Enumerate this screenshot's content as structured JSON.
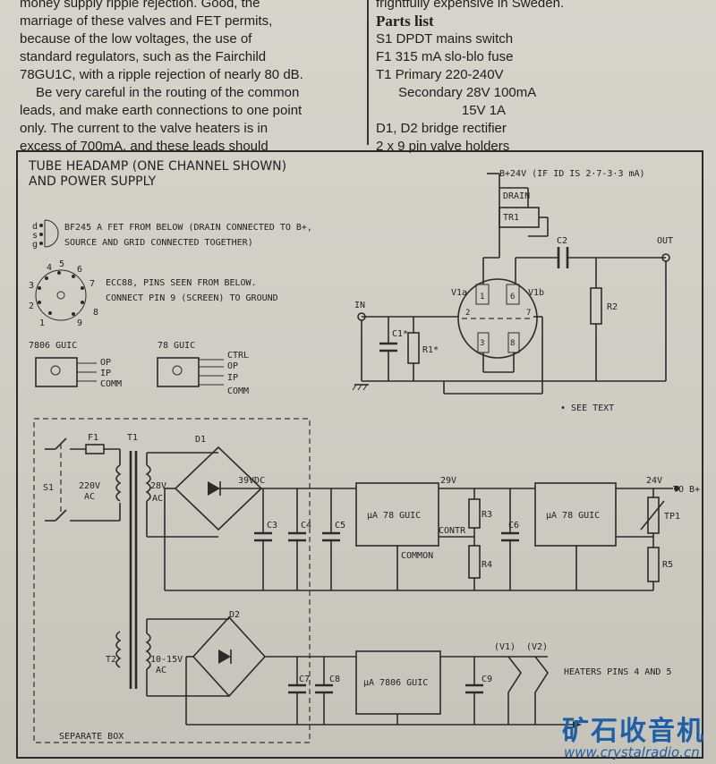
{
  "article_left": [
    "money supply ripple rejection. Good, the",
    "marriage of these valves and FET permits,",
    "because of the low voltages, the use of",
    "standard regulators, such as the Fairchild",
    "78GU1C, with a ripple rejection of nearly 80 dB.",
    "Be very careful in the routing of the common",
    "leads, and make earth connections to one point",
    "only. The current to the valve heaters is in",
    "excess of 700mA, and these leads should"
  ],
  "article_right": {
    "top_line": "frightfully expensive in Sweden.",
    "heading": "Parts list",
    "items": [
      "S1 DPDT mains switch",
      "F1 315 mA slo-blo fuse",
      "T1 Primary 220-240V",
      "      Secondary 28V 100mA",
      "                       15V 1A",
      "D1, D2 bridge rectifier",
      "2 x 9 pin valve holders"
    ]
  },
  "diagram": {
    "title": [
      "TUBE HEADAMP (ONE CHANNEL SHOWN)",
      "AND POWER SUPPLY"
    ],
    "fet_note": [
      "BF245 A FET FROM BELOW (DRAIN CONNECTED TO B+,",
      "SOURCE AND GRID CONNECTED TOGETHER)"
    ],
    "fet_pins": [
      "d",
      "s",
      "g"
    ],
    "ecc_note": [
      "ECC88, PINS SEEN FROM BELOW.",
      "CONNECT PIN 9 (SCREEN) TO GROUND"
    ],
    "ecc_pins": [
      "1",
      "2",
      "3",
      "4",
      "5",
      "6",
      "7",
      "8",
      "9"
    ],
    "reg1": {
      "name": "7806 GUIC",
      "pins": [
        "OP",
        "IP",
        "COMM"
      ]
    },
    "reg2": {
      "name": "78 GUIC",
      "pins": [
        "CTRL",
        "OP",
        "IP",
        "COMM"
      ]
    },
    "amp": {
      "bplus": "B+24V (IF ID IS 2·7-3·3 mA)",
      "drain": "DRAIN",
      "tr1": "TR1",
      "in": "IN",
      "out": "OUT",
      "c1": "C1*",
      "r1": "R1*",
      "v1a": "V1a",
      "v1b": "V1b",
      "c2": "C2",
      "r2": "R2",
      "pin_labels": [
        "1",
        "6",
        "2",
        "7",
        "3",
        "8"
      ],
      "see_text": "• SEE TEXT"
    },
    "psu": {
      "s1": "S1",
      "f1": "F1",
      "t1": "T1",
      "primary": [
        "220V",
        "AC"
      ],
      "secondary1": [
        "28V",
        "AC"
      ],
      "d1": "D1",
      "v39": "39VDC",
      "c3": "C3",
      "c4": "C4",
      "c5": "C5",
      "reg_a": "µA 78 GUIC",
      "common": "COMMON",
      "v29": "29V",
      "r3": "R3",
      "contr": "CONTR",
      "r4": "R4",
      "c6": "C6",
      "reg_b": "µA 78 GUIC",
      "v24": "24V",
      "tob": "TO B+",
      "tp1": "TP1",
      "r5": "R5",
      "t2": "T2",
      "secondary2": [
        "10-15V",
        "AC"
      ],
      "d2": "D2",
      "c7": "C7",
      "c8": "C8",
      "reg_c": "µA 7806 GUIC",
      "c9": "C9",
      "v1": "(V1)",
      "v2": "(V2)",
      "heaters": "HEATERS PINS 4 AND 5",
      "separate_box": "SEPARATE BOX"
    }
  },
  "watermark": {
    "main": "矿石收音机",
    "url": "www.crystalradio.cn"
  }
}
